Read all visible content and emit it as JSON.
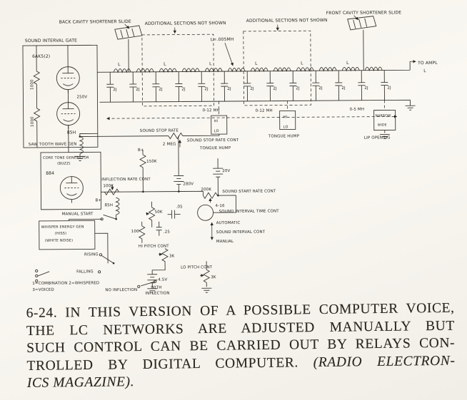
{
  "schematic": {
    "labels": {
      "back_cavity_slide": "BACK CAVITY SHORTENER SLIDE",
      "front_cavity_slide": "FRONT CAVITY SHORTENER SLIDE",
      "additional_sections_1": "ADDITIONAL SECTIONS NOT SHOWN",
      "additional_sections_2": "ADDITIONAL SECTIONS NOT SHOWN",
      "coil_value": "L=.005MH",
      "sound_interval_gate": "SOUND INTERVAL GATE",
      "tube_6ak5": "6AK5(2)",
      "r1000a": "1000",
      "r1000b": "1000",
      "v250": "250V",
      "to_ampl": "TO AMPL",
      "l_label": "L",
      "cap_value": "2J",
      "range_0_12_a": "0-12 MH",
      "range_0_12_b": "0-12 MH",
      "range_0_5": "0-5 MH",
      "hi": "HI",
      "lo": "LO",
      "tongue_hump_1": "TONGUE HUMP",
      "tongue_hump_2": "TONGUE HUMP",
      "narrow": "NARROW",
      "wide": "WIDE",
      "lip_opening": "LIP OPENING",
      "l85h_1": "85H",
      "sound_stop_rate": "SOUND STOP RATE",
      "r2meg": "2 MEG",
      "sound_stop_rate_cont": "SOUND STOP RATE CONT",
      "saw_tooth": "SAW TOOTH WAVE GEN",
      "core_tone_gen": "CORE TONE GENERATOR",
      "buzz": "(BUZZ)",
      "tube_884": "884",
      "inflection_rate_cont": "INFLECTION RATE CONT",
      "r100k": "100K",
      "b_plus_1": "B+",
      "r150k": "150K",
      "v280": "280V",
      "v20": "20V",
      "r200k": "200K",
      "sound_start_rate_cont": "SOUND START RATE CONT",
      "tube_4_16": "4-16",
      "sound_interval_time_cont": "SOUND INTERVAL TIME CONT",
      "b_plus_2": "B+",
      "l85h_2": "85H",
      "manual_start": "MANUAL START",
      "r50k": "50K",
      "c05": ".05",
      "r100": "100",
      "c25": ".25",
      "automatic": "AUTOMATIC",
      "sound_interval_cont": "SOUND INTERVAL CONT",
      "manual": "MANUAL",
      "whisper_energy_gen": "WHISPER ENERGY GEN",
      "hiss": "(HISS)",
      "white_noise": "(WHITE NOISE)",
      "rising": "RISING",
      "falling": "FALLING",
      "hi_pitch_cont": "HI PITCH CONT",
      "r3k_hi": "3K",
      "lo_pitch_cont": "LO PITCH CONT",
      "r3k_lo": "3K",
      "v45": "4.5V",
      "no_inflection": "NO INFLECTION",
      "with_1": "WITH",
      "with_2": "INFLECTION",
      "legend_line1": "1=COMBINATION   2=WHISPERED",
      "legend_line2": "3=VOICED"
    }
  },
  "caption": {
    "line1": "6-24. IN THIS VERSION OF A POSSIBLE COMPUTER VOICE,",
    "line2": "THE LC NETWORKS ARE ADJUSTED MANUALLY BUT",
    "line3": "SUCH CONTROL CAN BE CARRIED OUT BY RELAYS CON-",
    "line4a": "TROLLED BY DIGITAL COMPUTER. ",
    "line4b": "(RADIO ELECTRON-",
    "line5": "ICS MAGAZINE)."
  }
}
